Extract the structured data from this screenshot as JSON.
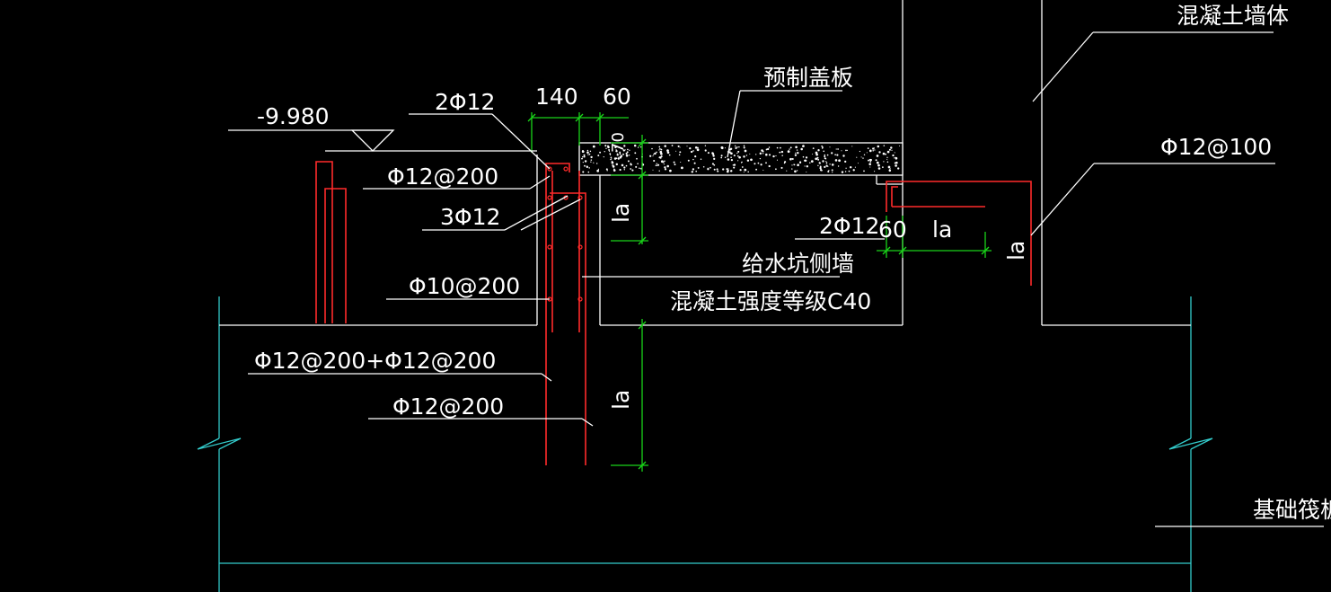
{
  "drawing": {
    "labels": {
      "concrete_wall": "混凝土墙体",
      "precast_cover": "预制盖板",
      "elevation": "-9.980",
      "top_bars": "2Φ12",
      "dim_140": "140",
      "dim_60_top": "60",
      "dim_70": "70",
      "stirrup_200": "Φ12@200",
      "three_bars": "3Φ12",
      "la_upper": "la",
      "pit_wall": "给水坑侧墙",
      "concrete_grade": "混凝土强度等级C40",
      "dist_bars": "Φ10@200",
      "double_bars": "Φ12@200+Φ12@200",
      "outer_bars": "Φ12@200",
      "la_lower": "la",
      "ledge_bars": "2Φ12",
      "dim_60_ledge": "60",
      "la_ledge": "la",
      "ledge_rebar": "Φ12@100",
      "la_vertical_right": "la",
      "raft": "基础筏板"
    },
    "colors": {
      "background": "#000000",
      "outline": "#ffffff",
      "slab_edge": "#33cccc",
      "rebar": "#ff2a2a",
      "dimension": "#19d419"
    }
  }
}
